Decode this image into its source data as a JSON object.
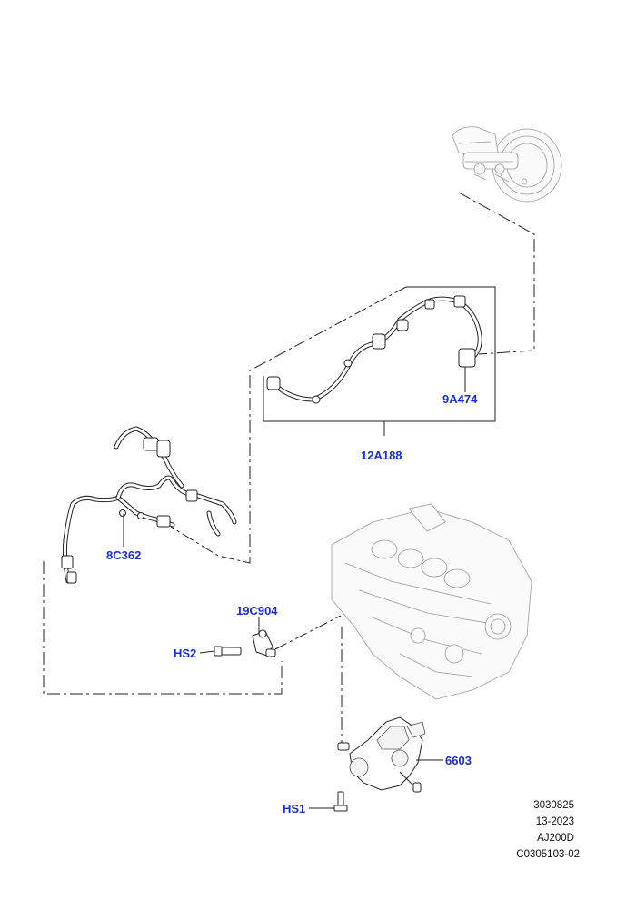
{
  "callouts": {
    "brake_pressure_sensor": "9A474",
    "wiring_harness_upper": "12A188",
    "wiring_harness_lower": "8C362",
    "crank_sensor": "19C904",
    "bolt_hs2": "HS2",
    "oil_pump": "6603",
    "bolt_hs1": "HS1"
  },
  "reference_block": {
    "line1": "3030825",
    "line2": "13-2023",
    "line3": "AJ200D",
    "line4": "C0305103-02"
  }
}
